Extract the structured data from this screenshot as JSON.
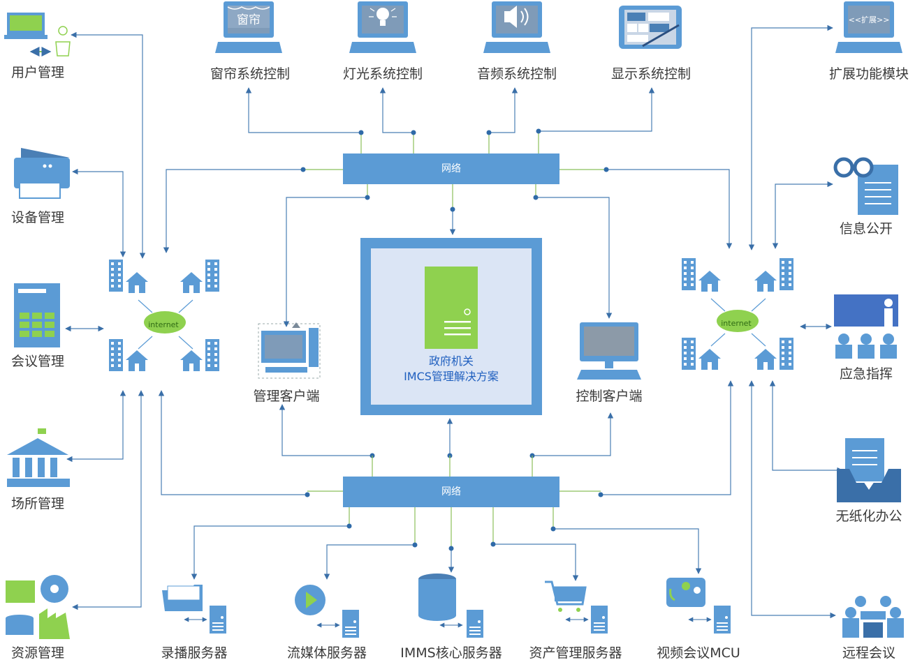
{
  "labels": {
    "user_mgmt": "用户管理",
    "device_mgmt": "设备管理",
    "meeting_mgmt": "会议管理",
    "venue_mgmt": "场所管理",
    "resource_mgmt": "资源管理",
    "curtain_ctrl": "窗帘系统控制",
    "light_ctrl": "灯光系统控制",
    "audio_ctrl": "音频系统控制",
    "display_ctrl": "显示系统控制",
    "ext_module": "扩展功能模块",
    "info_public": "信息公开",
    "emergency": "应急指挥",
    "paperless": "无纸化办公",
    "remote_meeting": "远程会议",
    "network_top": "网络",
    "network_bottom": "网络",
    "mgmt_client": "管理客户端",
    "ctrl_client": "控制客户端",
    "core_line1": "政府机关",
    "core_line2": "IMCS管理解决方案",
    "internet_left": "internet",
    "internet_right": "internet",
    "record_server": "录播服务器",
    "stream_server": "流媒体服务器",
    "imms_server": "IMMS核心服务器",
    "asset_server": "资产管理服务器",
    "video_mcu": "视频会议MCU",
    "curtain_screen": "窗帘",
    "ext_screen": "<<扩展>>"
  },
  "colors": {
    "blue": "#5b9bd5",
    "dark_blue": "#3a6fa8",
    "green": "#8fd14f",
    "light_bg": "#dbe5f5",
    "border_blue": "#5b9bd5"
  }
}
